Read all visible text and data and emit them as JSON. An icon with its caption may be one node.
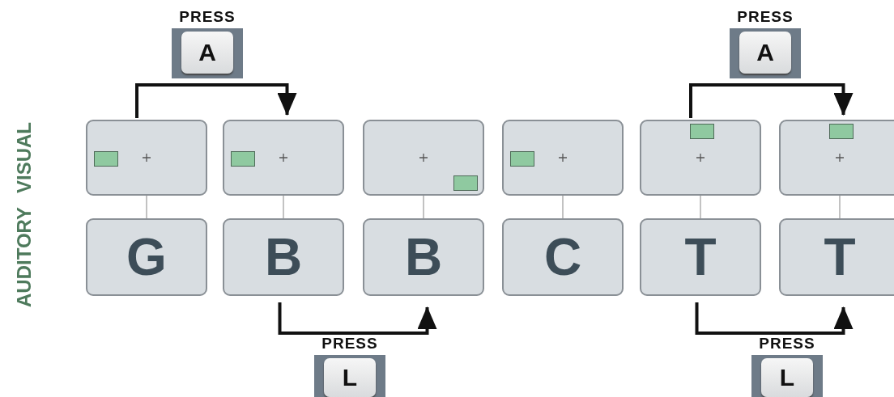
{
  "diagram": {
    "nodes": [
      {
        "text": [
          "PRESS",
          "A"
        ]
      },
      {
        "text": [
          "PRESS",
          "A"
        ]
      },
      {
        "text": [],
        "shape": "box"
      },
      {
        "text": [],
        "shape": "box"
      },
      {
        "text": [],
        "shape": "box"
      },
      {
        "text": [],
        "shape": "box"
      },
      {
        "text": [],
        "shape": "box"
      },
      {
        "text": [],
        "shape": "box"
      },
      {
        "text": [
          "G"
        ]
      },
      {
        "text": [
          "B"
        ]
      },
      {
        "text": [
          "B"
        ]
      },
      {
        "text": [
          "C"
        ]
      },
      {
        "text": [
          "T"
        ]
      },
      {
        "text": [
          "T"
        ]
      },
      {
        "text": [
          "PRESS",
          "L"
        ]
      },
      {
        "text": [
          "PRESS",
          "L"
        ]
      }
    ],
    "edges": [
      {
        "from": 2,
        "to": 3,
        "arrow": "to",
        "style": "thick",
        "color": "#111111"
      },
      {
        "from": 6,
        "to": 7,
        "arrow": "to",
        "style": "thick",
        "color": "#111111"
      },
      {
        "from": 9,
        "to": 10,
        "arrow": "to",
        "style": "thick",
        "color": "#111111"
      },
      {
        "from": 12,
        "to": 13,
        "arrow": "to",
        "style": "thick",
        "color": "#111111"
      },
      {
        "from": 2,
        "to": 8,
        "arrow": "none"
      },
      {
        "from": 3,
        "to": 9,
        "arrow": "none"
      },
      {
        "from": 4,
        "to": 10,
        "arrow": "none"
      },
      {
        "from": 5,
        "to": 11,
        "arrow": "none"
      },
      {
        "from": 6,
        "to": 12,
        "arrow": "none"
      },
      {
        "from": 7,
        "to": 13,
        "arrow": "none"
      }
    ],
    "labels": [
      "VISUAL",
      "AUDITORY"
    ]
  }
}
